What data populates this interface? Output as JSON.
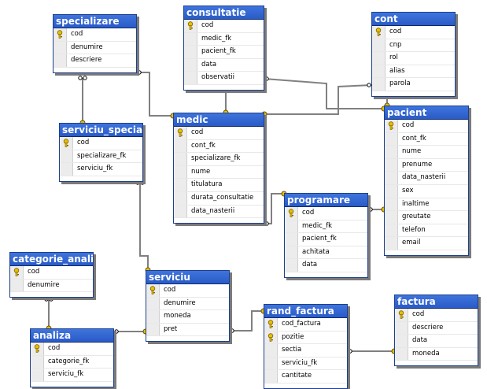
{
  "tables": [
    {
      "id": "specializare",
      "title": "specializare",
      "columns": [
        {
          "name": "cod",
          "pk": true
        },
        {
          "name": "denumire",
          "pk": false
        },
        {
          "name": "descriere",
          "pk": false
        }
      ]
    },
    {
      "id": "consultatie",
      "title": "consultatie",
      "columns": [
        {
          "name": "cod",
          "pk": true
        },
        {
          "name": "medic_fk",
          "pk": false
        },
        {
          "name": "pacient_fk",
          "pk": false
        },
        {
          "name": "data",
          "pk": false
        },
        {
          "name": "observatii",
          "pk": false
        }
      ]
    },
    {
      "id": "cont",
      "title": "cont",
      "columns": [
        {
          "name": "cod",
          "pk": true
        },
        {
          "name": "cnp",
          "pk": false
        },
        {
          "name": "rol",
          "pk": false
        },
        {
          "name": "alias",
          "pk": false
        },
        {
          "name": "parola",
          "pk": false
        }
      ]
    },
    {
      "id": "serviciu_specializare",
      "title": "serviciu_speciali:",
      "columns": [
        {
          "name": "cod",
          "pk": true
        },
        {
          "name": "specializare_fk",
          "pk": false
        },
        {
          "name": "serviciu_fk",
          "pk": false
        }
      ]
    },
    {
      "id": "medic",
      "title": "medic",
      "columns": [
        {
          "name": "cod",
          "pk": true
        },
        {
          "name": "cont_fk",
          "pk": false
        },
        {
          "name": "specializare_fk",
          "pk": false
        },
        {
          "name": "nume",
          "pk": false
        },
        {
          "name": "titulatura",
          "pk": false
        },
        {
          "name": "durata_consultatie",
          "pk": false
        },
        {
          "name": "data_nasterii",
          "pk": false
        }
      ]
    },
    {
      "id": "pacient",
      "title": "pacient",
      "columns": [
        {
          "name": "cod",
          "pk": true
        },
        {
          "name": "cont_fk",
          "pk": false
        },
        {
          "name": "nume",
          "pk": false
        },
        {
          "name": "prenume",
          "pk": false
        },
        {
          "name": "data_nasterii",
          "pk": false
        },
        {
          "name": "sex",
          "pk": false
        },
        {
          "name": "inaltime",
          "pk": false
        },
        {
          "name": "greutate",
          "pk": false
        },
        {
          "name": "telefon",
          "pk": false
        },
        {
          "name": "email",
          "pk": false
        }
      ]
    },
    {
      "id": "programare",
      "title": "programare",
      "columns": [
        {
          "name": "cod",
          "pk": true
        },
        {
          "name": "medic_fk",
          "pk": false
        },
        {
          "name": "pacient_fk",
          "pk": false
        },
        {
          "name": "achitata",
          "pk": false
        },
        {
          "name": "data",
          "pk": false
        }
      ]
    },
    {
      "id": "categorie_analiza",
      "title": "categorie_analiza",
      "columns": [
        {
          "name": "cod",
          "pk": true
        },
        {
          "name": "denumire",
          "pk": false
        }
      ]
    },
    {
      "id": "serviciu",
      "title": "serviciu",
      "columns": [
        {
          "name": "cod",
          "pk": true
        },
        {
          "name": "denumire",
          "pk": false
        },
        {
          "name": "moneda",
          "pk": false
        },
        {
          "name": "pret",
          "pk": false
        }
      ]
    },
    {
      "id": "analiza",
      "title": "analiza",
      "columns": [
        {
          "name": "cod",
          "pk": true
        },
        {
          "name": "categorie_fk",
          "pk": false
        },
        {
          "name": "serviciu_fk",
          "pk": false
        }
      ]
    },
    {
      "id": "rand_factura",
      "title": "rand_factura",
      "columns": [
        {
          "name": "cod_factura",
          "pk": true
        },
        {
          "name": "pozitie",
          "pk": true
        },
        {
          "name": "sectia",
          "pk": false
        },
        {
          "name": "serviciu_fk",
          "pk": false
        },
        {
          "name": "cantitate",
          "pk": false
        }
      ]
    },
    {
      "id": "factura",
      "title": "factura",
      "columns": [
        {
          "name": "cod",
          "pk": true
        },
        {
          "name": "descriere",
          "pk": false
        },
        {
          "name": "data",
          "pk": false
        },
        {
          "name": "moneda",
          "pk": false
        }
      ]
    }
  ],
  "colors": {
    "title_bar": "#2a5bc8",
    "line": "#808080",
    "key": "#e8c000"
  }
}
